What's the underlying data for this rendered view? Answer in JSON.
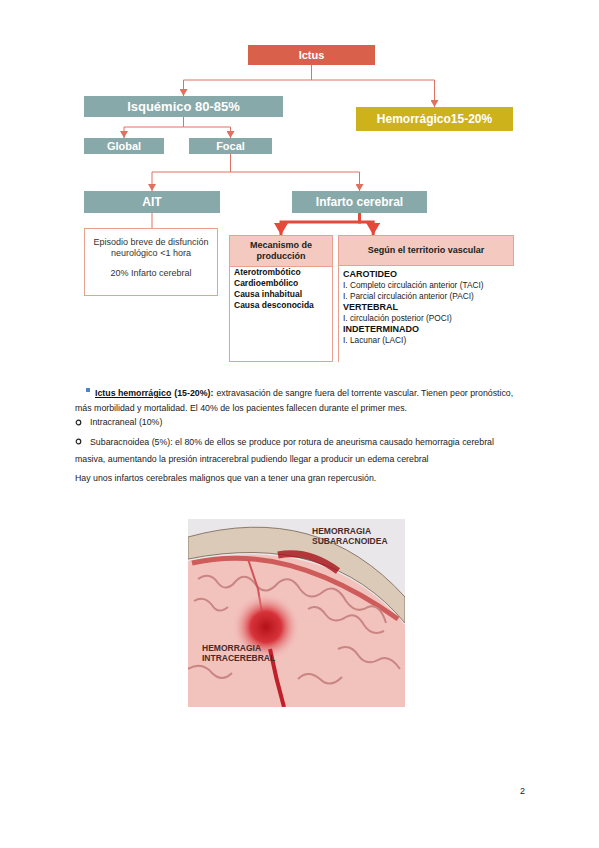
{
  "diagram": {
    "nodes": [
      {
        "text": [
          "Ictus"
        ]
      },
      {
        "text": [
          "Isquémico 80-85%"
        ]
      },
      {
        "text": [
          "Hemorrágico15-20%"
        ]
      },
      {
        "text": [
          "Global"
        ]
      },
      {
        "text": [
          "Focal"
        ]
      },
      {
        "text": [
          "AIT"
        ]
      },
      {
        "text": [
          "Infarto cerebral"
        ]
      },
      {
        "text": [
          "Episodio breve de disfunción neurológico <1 hora",
          "20% Infarto cerebral"
        ]
      },
      {
        "text": [
          "Mecanismo de producción",
          "Aterotrombótico",
          "Cardioembólico",
          "Causa inhabitual",
          "Causa desconocida"
        ]
      },
      {
        "text": [
          "Según el territorio vascular",
          "CAROTIDEO",
          "I. Completo circulación anterior (TACI)",
          "I. Parcial circulación anterior (PACI)",
          "VERTEBRAL",
          "I. circulación posterior (POCI)",
          "INDETERMINADO",
          "I. Lacunar (LACI)"
        ]
      }
    ],
    "edges": [
      {
        "from": 0,
        "to": 1,
        "arrow": "to"
      },
      {
        "from": 0,
        "to": 2,
        "arrow": "to"
      },
      {
        "from": 1,
        "to": 3,
        "arrow": "to"
      },
      {
        "from": 1,
        "to": 4,
        "arrow": "to"
      },
      {
        "from": 4,
        "to": 5,
        "arrow": "to"
      },
      {
        "from": 4,
        "to": 6,
        "arrow": "to"
      },
      {
        "from": 5,
        "to": 7,
        "arrow": "none"
      },
      {
        "from": 6,
        "to": 8,
        "arrow": "to"
      },
      {
        "from": 6,
        "to": 9,
        "arrow": "to"
      }
    ],
    "labels": [
      "Ictus hemorrágico",
      "(15-20%):",
      "extravasación de sangre fuera del torrente vascular. Tienen peor pronóstico, más morbilidad y mortalidad. El 40% de los pacientes fallecen durante el primer mes.",
      "Intracraneal (10%)",
      "Subaracnoidea (5%): el 80% de ellos se produce por rotura de aneurisma causado hemorragia cerebral masiva, aumentando la presión intracerebral pudiendo llegar a producir un edema cerebral",
      "Hay unos infartos cerebrales malignos que van a tener una gran repercusión.",
      "HEMORRAGIA SUBARACNOIDEA",
      "HEMORRAGIA INTRACEREBRAL",
      "2"
    ]
  }
}
